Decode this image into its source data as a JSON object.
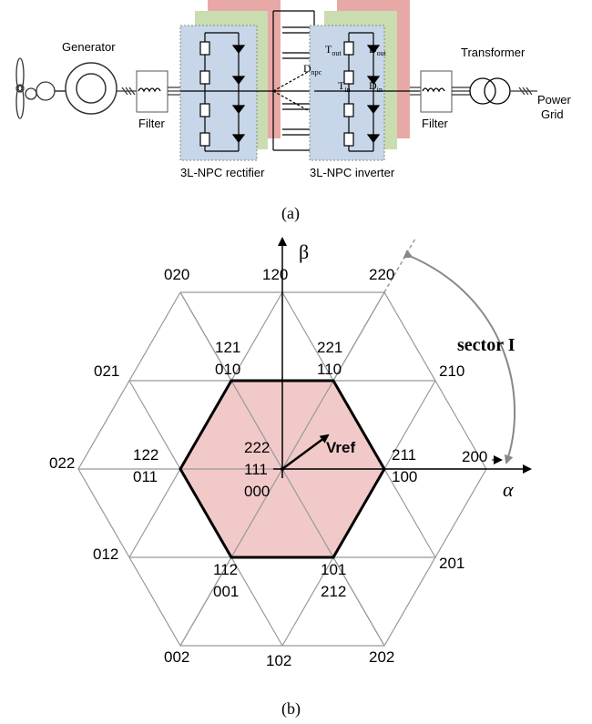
{
  "panel_a": {
    "generator_label": "Generator",
    "filter_left_label": "Filter",
    "rectifier_label": "3L-NPC rectifier",
    "inverter_label": "3L-NPC inverter",
    "filter_right_label": "Filter",
    "transformer_label": "Transformer",
    "grid_label_1": "Power",
    "grid_label_2": "Grid",
    "t_out": "T",
    "t_out_sub": "out",
    "d_out": "D",
    "d_out_sub": "out",
    "d_npc": "D",
    "d_npc_sub": "npc",
    "t_in": "T",
    "t_in_sub": "in",
    "d_in": "D",
    "d_in_sub": "in",
    "caption": "(a)",
    "colors": {
      "red_panel": "#e8a9a6",
      "green_panel": "#c9ddb0",
      "blue_panel": "#c7d6e8"
    }
  },
  "panel_b": {
    "beta_label": "β",
    "alpha_label": "α",
    "sector_label": "sector I",
    "vref_label": "Vref",
    "center_codes": [
      "222",
      "111",
      "000"
    ],
    "codes": {
      "c020": "020",
      "c120": "120",
      "c220": "220",
      "c121": "121",
      "c010": "010",
      "c221": "221",
      "c110": "110",
      "c021": "021",
      "c210": "210",
      "c122": "122",
      "c011": "011",
      "c211": "211",
      "c100": "100",
      "c022": "022",
      "c200": "200",
      "c012": "012",
      "c201": "201",
      "c112": "112",
      "c001": "001",
      "c101": "101",
      "c212": "212",
      "c002": "002",
      "c102": "102",
      "c202": "202"
    },
    "caption": "(b)",
    "colors": {
      "hexagon_fill": "#f2c9c9",
      "grid_lines": "#999999"
    }
  }
}
